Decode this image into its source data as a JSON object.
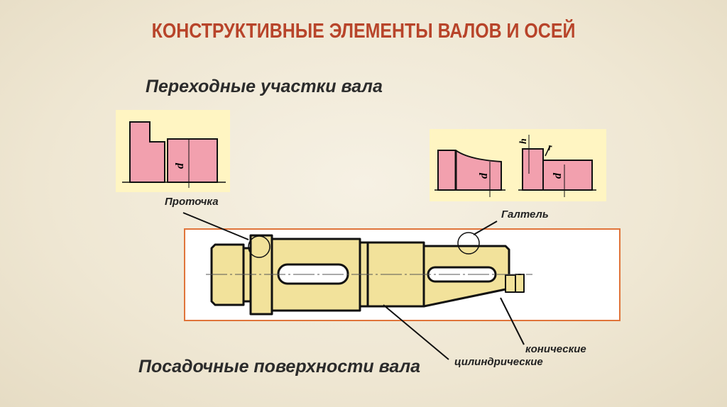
{
  "title": "КОНСТРУКТИВНЫЕ ЭЛЕМЕНТЫ ВАЛОВ И ОСЕЙ",
  "transitions_heading": "Переходные участки вала",
  "seating_heading": "Посадочные поверхности вала",
  "labels": {
    "groove": "Проточка",
    "fillet": "Галтель",
    "conical": "конические",
    "cylindrical": "цилиндрические"
  },
  "dimension_letters": {
    "diameter": "d",
    "height": "h",
    "radius": "r"
  },
  "colors": {
    "title": "#b8442a",
    "upper_half": "#d2f5bd",
    "lower_half": "#f2e29b",
    "detail_fill": "#f2a0ae",
    "panel": "#fff5c2",
    "frame": "#e0743a"
  }
}
